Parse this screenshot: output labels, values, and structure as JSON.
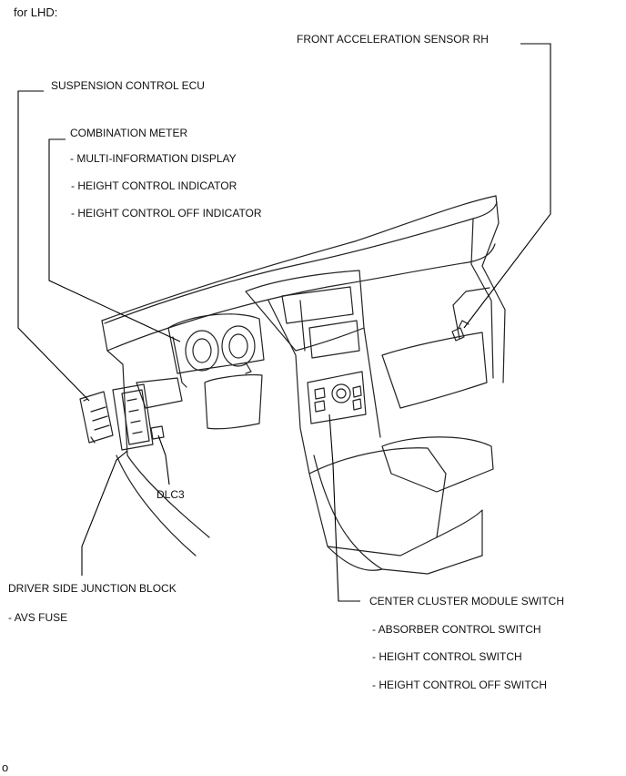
{
  "header": {
    "title": "for LHD:"
  },
  "labels": {
    "front_accel_sensor": "FRONT ACCELERATION SENSOR RH",
    "suspension_ecu": "SUSPENSION CONTROL ECU",
    "combination_meter": "COMBINATION METER",
    "multi_info_display": "- MULTI-INFORMATION DISPLAY",
    "height_control_indicator": "- HEIGHT CONTROL INDICATOR",
    "height_control_off_indicator": "- HEIGHT CONTROL OFF INDICATOR",
    "dlc3": "DLC3",
    "driver_junction_block": "DRIVER SIDE JUNCTION BLOCK",
    "avs_fuse": "- AVS FUSE",
    "center_cluster_switch": "CENTER CLUSTER MODULE SWITCH",
    "absorber_control_switch": "- ABSORBER CONTROL SWITCH",
    "height_control_switch": "- HEIGHT CONTROL SWITCH",
    "height_control_off_switch": "- HEIGHT CONTROL OFF SWITCH"
  },
  "footer": {
    "code": "o"
  }
}
